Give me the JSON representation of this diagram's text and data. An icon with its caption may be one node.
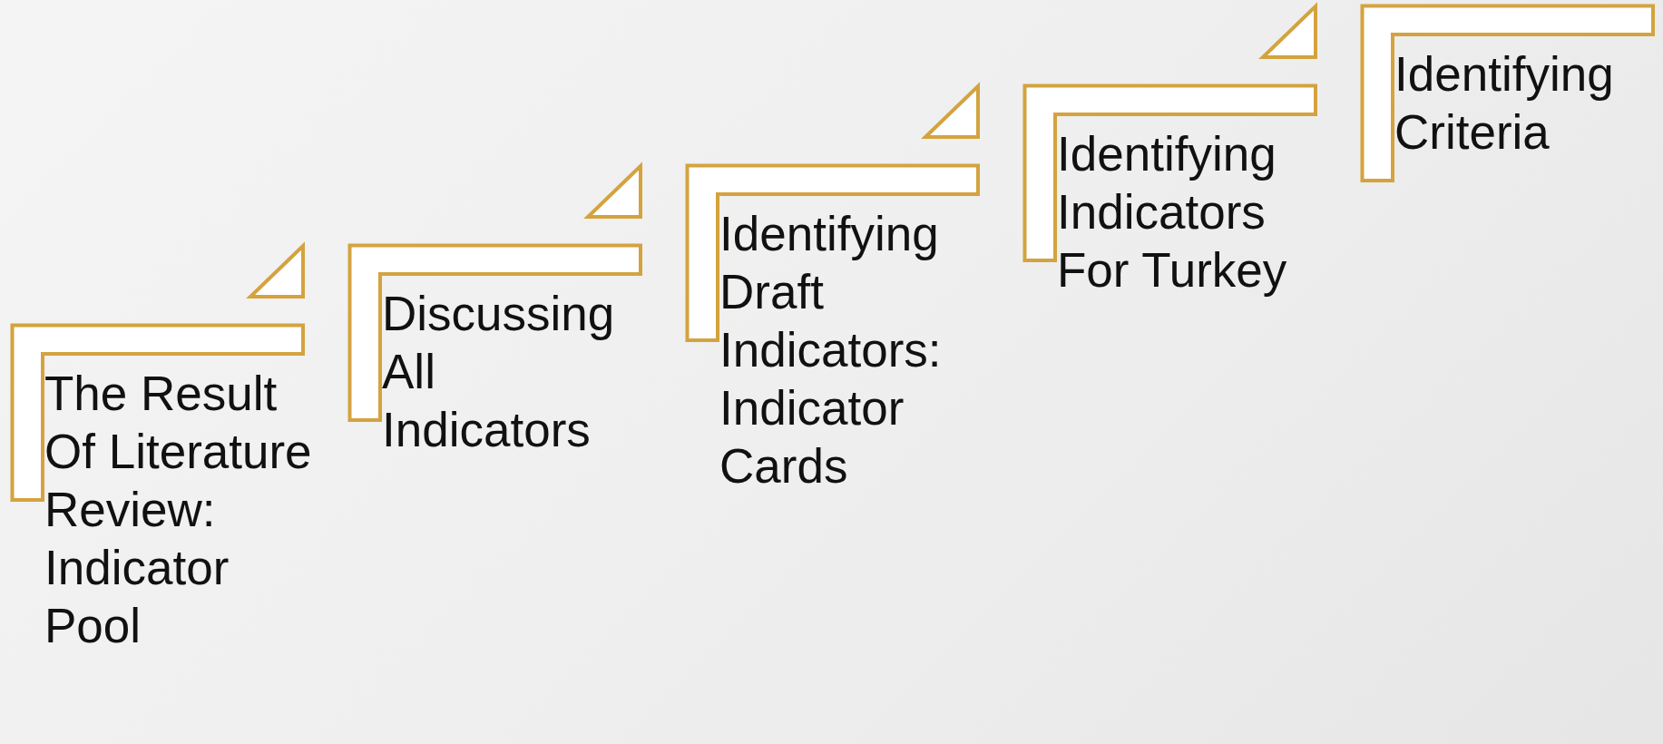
{
  "diagram": {
    "nodes": [
      {
        "text": [
          "The Result Of Literature Review: Indicator Pool"
        ]
      },
      {
        "text": [
          "Discussing All Indicators"
        ]
      },
      {
        "text": [
          "Identifying Draft Indicators: Indicator Cards"
        ]
      },
      {
        "text": [
          "Identifying Indicators For Turkey"
        ]
      },
      {
        "text": [
          "Identifying Criteria"
        ]
      }
    ],
    "edges": []
  }
}
